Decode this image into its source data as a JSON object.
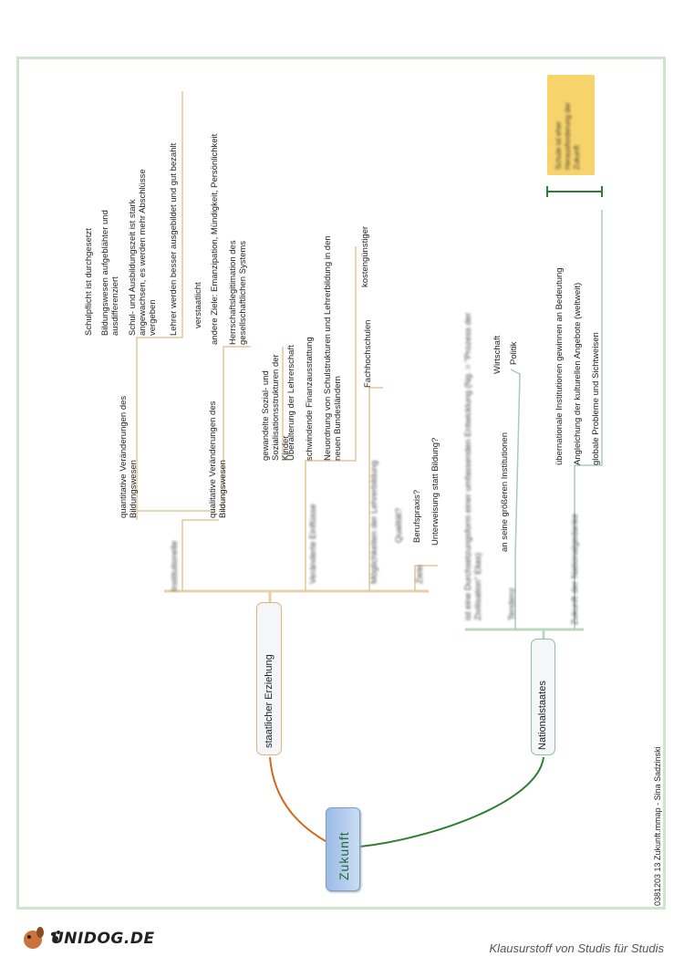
{
  "center": {
    "label": "Zukunft"
  },
  "branches": {
    "left_label": "staatlicher Erziehung",
    "right_label": "Nationalstaates"
  },
  "left": {
    "l1_root": "Institutionelle",
    "quant": {
      "label": "quantitative Veränderungen des Bildungswesen",
      "items": [
        "Schulpflicht ist durchgesetzt",
        "Bildungswesen aufgeblähter und ausdifferenziert",
        "Schul- und Ausbildungszeit ist stark angewachsen, es werden mehr Abschlüsse vergeben",
        "Lehrer werden besser ausgebildet und gut bezahlt"
      ]
    },
    "qual": {
      "label": "qualitative Veränderungen des Bildungswesen",
      "items": [
        "verstaatlicht",
        "andere Ziele: Emanzipation, Mündigkeit, Persönlichkeit",
        "Herrschaftslegitimation des gesellschaftlichen Systems"
      ]
    },
    "change": {
      "label": "Veränderte Einflüsse",
      "items": [
        "gewandelte Sozial- und Sozialisationsstrukturen der Kinder",
        "Überalterung der Lehrerschaft",
        "schwindende Finanzausstattung",
        "Neuordnung von Schulstrukturen und Lehrerbildung in den neuen Bundesländern"
      ]
    },
    "teacher": {
      "label": "Möglichkeiten der Lehrerbildung",
      "sub": "Fachhochschulen",
      "sub_note": "kostengünstiger"
    },
    "other": {
      "label": "Ziele",
      "items": [
        "Qualität?",
        "Berufspraxis?",
        "Unterweisung statt Bildung?"
      ]
    }
  },
  "right": {
    "r1": {
      "label": "ist eine Durchsetzungsform einer umfassenden Entwicklung (Ng. = \"Prozess der Zivilisation\" Elias)"
    },
    "r2": {
      "label": "Tendenz",
      "sub": "an seine größeren Institutionen",
      "items": [
        "Wirtschaft",
        "Politik"
      ]
    },
    "r3": {
      "label": "Zukunft der Nationalgedanke",
      "items": [
        "übernationale Institutionen gewinnen an Bedeutung",
        "Angleichung der kulturellen Angebote (weltweit)",
        "globale Probleme und Sichtweisen"
      ]
    },
    "note": "Schule ist eher Herausforderung der Zukunft"
  },
  "footer": {
    "file": "0381203 13 Zukunft.mmap - Sina Sadzinski",
    "logo": "UNIDOG.DE",
    "slogan": "Klausurstoff von Studis für Studis"
  },
  "colors": {
    "left_branch": "#d2691e",
    "right_branch": "#2e7d32",
    "connector": "#e3c59a",
    "frame": "#cfe3cf",
    "note": "#f6d36b"
  }
}
